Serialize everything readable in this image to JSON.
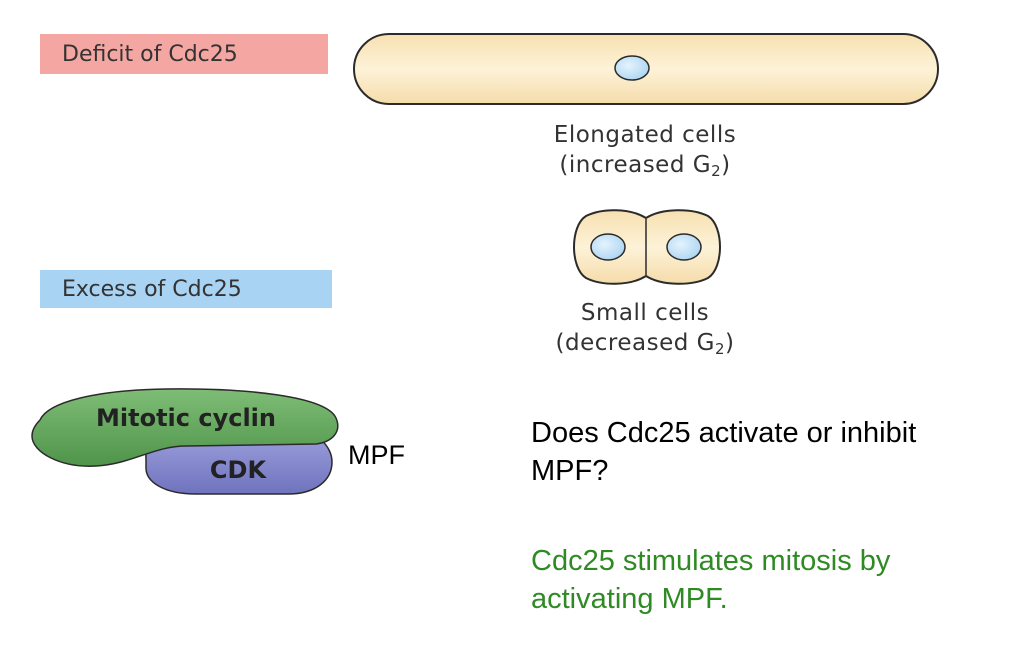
{
  "labels": {
    "deficit": "Deficit of Cdc25",
    "excess": "Excess of Cdc25"
  },
  "captions": {
    "elongated_line1": "Elongated cells",
    "elongated_line2_pre": "(increased G",
    "elongated_line2_sub": "2",
    "elongated_line2_post": ")",
    "small_line1": "Small cells",
    "small_line2_pre": "(decreased G",
    "small_line2_sub": "2",
    "small_line2_post": ")"
  },
  "complex": {
    "cyclin": "Mitotic cyclin",
    "cdk": "CDK",
    "mpf": "MPF"
  },
  "question": "Does Cdc25 activate or inhibit MPF?",
  "answer": "Cdc25 stimulates mitosis by activating MPF.",
  "colors": {
    "deficit_bg": "#f4a7a2",
    "excess_bg": "#a9d3f3",
    "cell_fill": "#fbe9c4",
    "nucleus_fill": "#bfe0f7",
    "cyclin_fill": "#66a860",
    "cdk_fill": "#8286cc",
    "answer_text": "#2f8a24"
  }
}
